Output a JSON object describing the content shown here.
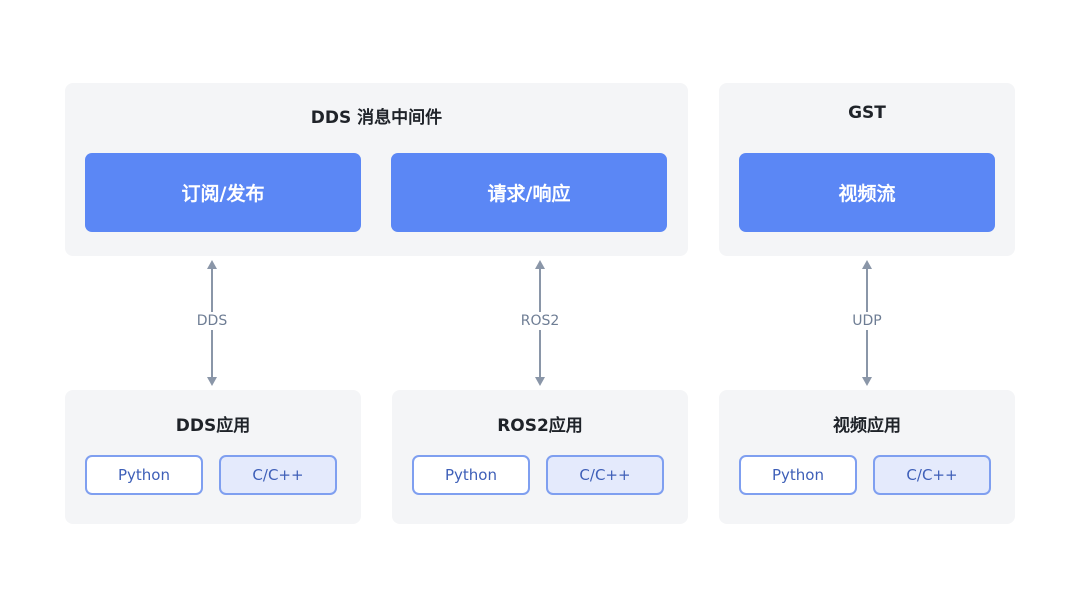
{
  "dds_middleware": {
    "title": "DDS 消息中间件",
    "boxes": [
      "订阅/发布",
      "请求/响应"
    ]
  },
  "gst": {
    "title": "GST",
    "boxes": [
      "视频流"
    ]
  },
  "connectors": [
    "DDS",
    "ROS2",
    "UDP"
  ],
  "apps": [
    {
      "title": "DDS应用",
      "langs": [
        "Python",
        "C/C++"
      ]
    },
    {
      "title": "ROS2应用",
      "langs": [
        "Python",
        "C/C++"
      ]
    },
    {
      "title": "视频应用",
      "langs": [
        "Python",
        "C/C++"
      ]
    }
  ],
  "colors": {
    "panel_bg": "#f4f5f7",
    "accent_blue": "#5b87f5",
    "chip_border": "#7f9ff0",
    "chip_cpp_bg": "#e4eafc",
    "connector": "#8a96a8"
  }
}
